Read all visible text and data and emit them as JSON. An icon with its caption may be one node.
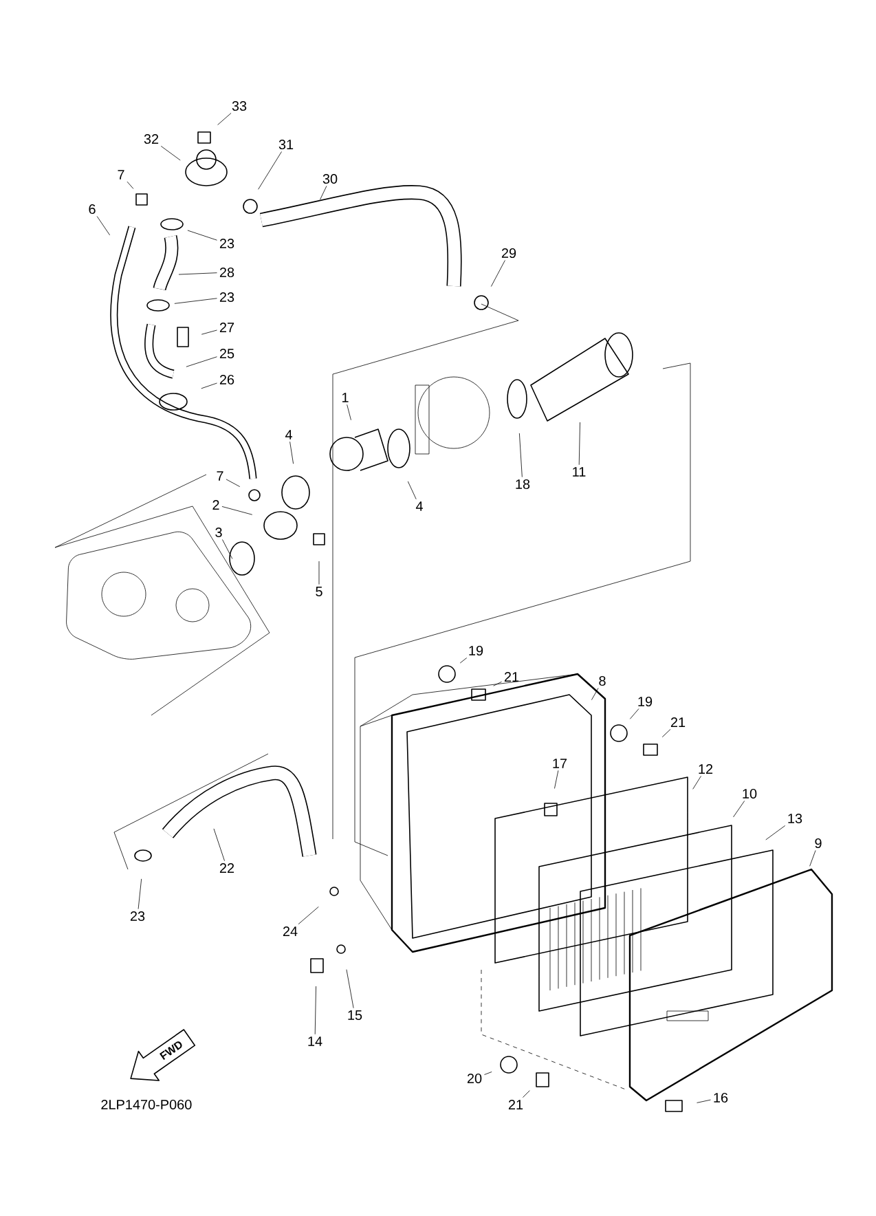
{
  "diagram": {
    "nodes": [
      {
        "text": [
          "33"
        ]
      },
      {
        "text": [
          "32"
        ]
      },
      {
        "text": [
          "31"
        ]
      },
      {
        "text": [
          "7"
        ]
      },
      {
        "text": [
          "30"
        ]
      },
      {
        "text": [
          "6"
        ]
      },
      {
        "text": [
          "23"
        ]
      },
      {
        "text": [
          "29"
        ]
      },
      {
        "text": [
          "28"
        ]
      },
      {
        "text": [
          "23"
        ]
      },
      {
        "text": [
          "27"
        ]
      },
      {
        "text": [
          "25"
        ]
      },
      {
        "text": [
          "26"
        ]
      },
      {
        "text": [
          "1"
        ]
      },
      {
        "text": [
          "4"
        ]
      },
      {
        "text": [
          "7"
        ]
      },
      {
        "text": [
          "11"
        ]
      },
      {
        "text": [
          "18"
        ]
      },
      {
        "text": [
          "2"
        ]
      },
      {
        "text": [
          "4"
        ]
      },
      {
        "text": [
          "3"
        ]
      },
      {
        "text": [
          "5"
        ]
      },
      {
        "text": [
          "19"
        ]
      },
      {
        "text": [
          "21"
        ]
      },
      {
        "text": [
          "8"
        ]
      },
      {
        "text": [
          "19"
        ]
      },
      {
        "text": [
          "21"
        ]
      },
      {
        "text": [
          "12"
        ]
      },
      {
        "text": [
          "17"
        ]
      },
      {
        "text": [
          "10"
        ]
      },
      {
        "text": [
          "13"
        ]
      },
      {
        "text": [
          "9"
        ]
      },
      {
        "text": [
          "22"
        ]
      },
      {
        "text": [
          "23"
        ]
      },
      {
        "text": [
          "24"
        ]
      },
      {
        "text": [
          "15"
        ]
      },
      {
        "text": [
          "14"
        ]
      },
      {
        "text": [
          "20"
        ]
      },
      {
        "text": [
          "21"
        ]
      },
      {
        "text": [
          "16"
        ]
      }
    ],
    "edges": [
      {
        "from": 0,
        "to": null,
        "arrow": "none"
      },
      {
        "from": 1,
        "to": null,
        "arrow": "none"
      },
      {
        "from": 2,
        "to": null,
        "arrow": "none"
      },
      {
        "from": 3,
        "to": null,
        "arrow": "none"
      },
      {
        "from": 4,
        "to": null,
        "arrow": "none"
      },
      {
        "from": 5,
        "to": null,
        "arrow": "none"
      },
      {
        "from": 6,
        "to": null,
        "arrow": "none"
      },
      {
        "from": 7,
        "to": null,
        "arrow": "none"
      },
      {
        "from": 8,
        "to": null,
        "arrow": "none"
      },
      {
        "from": 9,
        "to": null,
        "arrow": "none"
      },
      {
        "from": 10,
        "to": null,
        "arrow": "none"
      },
      {
        "from": 11,
        "to": null,
        "arrow": "none"
      },
      {
        "from": 12,
        "to": null,
        "arrow": "none"
      },
      {
        "from": 13,
        "to": null,
        "arrow": "none"
      },
      {
        "from": 14,
        "to": null,
        "arrow": "none"
      },
      {
        "from": 15,
        "to": null,
        "arrow": "none"
      },
      {
        "from": 16,
        "to": null,
        "arrow": "none"
      },
      {
        "from": 17,
        "to": null,
        "arrow": "none"
      },
      {
        "from": 18,
        "to": null,
        "arrow": "none"
      },
      {
        "from": 19,
        "to": null,
        "arrow": "none"
      },
      {
        "from": 20,
        "to": null,
        "arrow": "none"
      },
      {
        "from": 21,
        "to": null,
        "arrow": "none"
      },
      {
        "from": 22,
        "to": null,
        "arrow": "none"
      },
      {
        "from": 23,
        "to": null,
        "arrow": "none"
      },
      {
        "from": 24,
        "to": null,
        "arrow": "none"
      },
      {
        "from": 25,
        "to": null,
        "arrow": "none"
      },
      {
        "from": 26,
        "to": null,
        "arrow": "none"
      },
      {
        "from": 27,
        "to": null,
        "arrow": "none"
      },
      {
        "from": 28,
        "to": null,
        "arrow": "none"
      },
      {
        "from": 29,
        "to": null,
        "arrow": "none"
      },
      {
        "from": 30,
        "to": null,
        "arrow": "none"
      },
      {
        "from": 31,
        "to": null,
        "arrow": "none"
      },
      {
        "from": 32,
        "to": null,
        "arrow": "none"
      },
      {
        "from": 33,
        "to": null,
        "arrow": "none"
      },
      {
        "from": 34,
        "to": null,
        "arrow": "none"
      },
      {
        "from": 35,
        "to": null,
        "arrow": "none"
      },
      {
        "from": 36,
        "to": null,
        "arrow": "none"
      },
      {
        "from": 37,
        "to": null,
        "arrow": "none"
      },
      {
        "from": 38,
        "to": null,
        "arrow": "none"
      },
      {
        "from": 39,
        "to": null,
        "arrow": "none"
      }
    ],
    "labels": [
      "FWD",
      "2LP1470-P060"
    ]
  }
}
